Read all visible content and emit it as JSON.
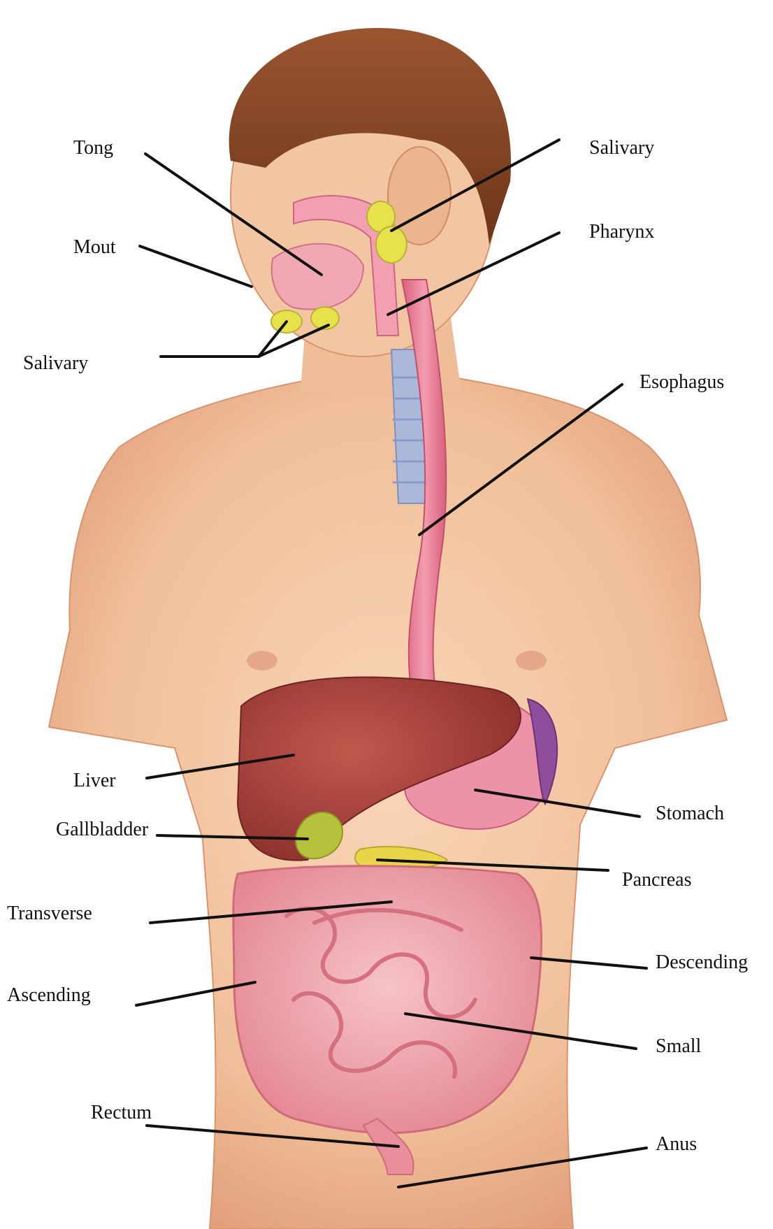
{
  "labels": {
    "tong": "Tong",
    "mout": "Mout",
    "salivary_left": "Salivary",
    "salivary_right": "Salivary",
    "pharynx": "Pharynx",
    "esophagus": "Esophagus",
    "liver": "Liver",
    "gallbladder": "Gallbladder",
    "stomach": "Stomach",
    "pancreas": "Pancreas",
    "transverse": "Transverse",
    "descending": "Descending",
    "ascending": "Ascending",
    "small": "Small",
    "rectum": "Rectum",
    "anus": "Anus"
  },
  "colors": {
    "skin": "#f3c7a3",
    "skin_shade": "#e3a27f",
    "hair": "#8a4a2a",
    "tract": "#e77d95",
    "trachea": "#a9b7d8",
    "liver": "#a8423c",
    "stomach": "#e98aa0",
    "spleen": "#8e4a9a",
    "gland": "#e6e04a",
    "gallbladder": "#b9c43a",
    "intestine": "#efa0a8",
    "leader": "#111111"
  }
}
